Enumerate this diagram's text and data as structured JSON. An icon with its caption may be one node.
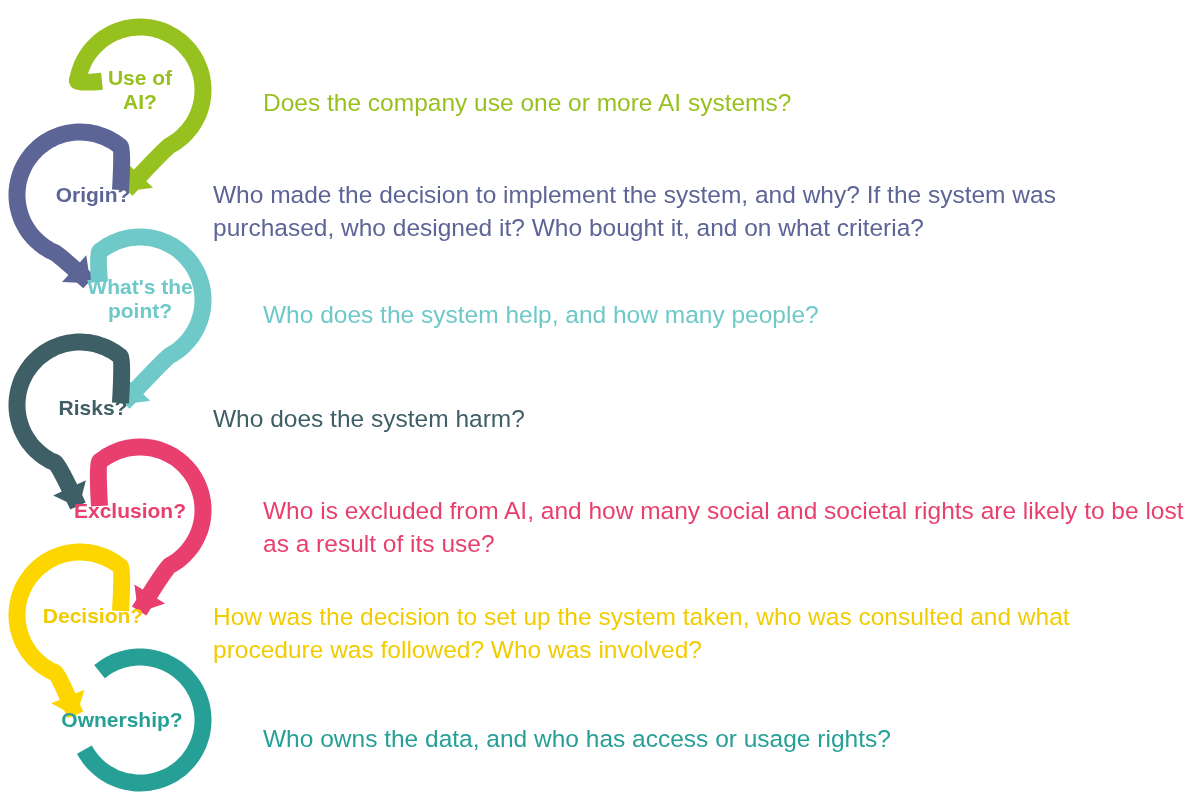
{
  "diagram": {
    "nodes": [
      {
        "text": [
          "Use of AI?"
        ]
      },
      {
        "text": [
          "Origin?"
        ]
      },
      {
        "text": [
          "What's the point?"
        ]
      },
      {
        "text": [
          "Risks?"
        ]
      },
      {
        "text": [
          "Exclusion?"
        ]
      },
      {
        "text": [
          "Decision?"
        ]
      },
      {
        "text": [
          "Ownership?"
        ]
      }
    ],
    "edges": [
      {
        "from": 0,
        "to": 1,
        "arrow": "to",
        "color": "#97c11f"
      },
      {
        "from": 1,
        "to": 2,
        "arrow": "to",
        "color": "#5d6496"
      },
      {
        "from": 2,
        "to": 3,
        "arrow": "to",
        "color": "#6ec9c8"
      },
      {
        "from": 3,
        "to": 4,
        "arrow": "to",
        "color": "#3e5f66"
      },
      {
        "from": 4,
        "to": 5,
        "arrow": "to",
        "color": "#e83f6f"
      },
      {
        "from": 5,
        "to": 6,
        "arrow": "to",
        "color": "#fdd600"
      }
    ],
    "labels": [
      "Does the company use one or more AI systems?",
      "Who made the decision to implement the system, and why? If the system was purchased, who designed it? Who bought it, and on what criteria?",
      "Who does the system help, and how many people?",
      "Who does the system harm?",
      "Who is excluded from AI, and how many social and societal rights are likely to be lost as a result of its use?",
      "How was the decision to set up the system taken, who was consulted and what procedure was followed? Who was involved?",
      "Who owns the data, and who has access or usage rights?"
    ]
  }
}
